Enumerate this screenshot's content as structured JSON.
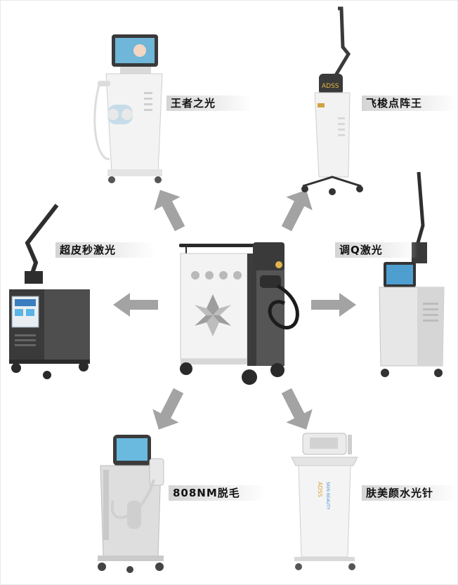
{
  "center": {
    "icon": "central-laser-machine"
  },
  "machines": [
    {
      "id": "wangzhezhiguang",
      "label": "王者之光",
      "icon": "ipl-machine"
    },
    {
      "id": "feisuodianzhenwang",
      "label": "飞梭点阵王",
      "icon": "co2-fractional-laser"
    },
    {
      "id": "chaopimiaojiguang",
      "label": "超皮秒激光",
      "icon": "picosecond-laser"
    },
    {
      "id": "tiaoqjiguang",
      "label": "调Q激光",
      "icon": "q-switched-laser"
    },
    {
      "id": "808nm",
      "label": "808NM脱毛",
      "icon": "diode-hair-removal"
    },
    {
      "id": "fumeiyanshuiguangzhen",
      "label": "肤美颜水光针",
      "icon": "mesotherapy-machine"
    }
  ],
  "device_text": {
    "brand": "ADSS",
    "brand2": "SKIN BEAUTY"
  },
  "colors": {
    "arrow": "#a3a3a3",
    "label_bg": "#d4d4d4",
    "machine_white": "#f4f4f4",
    "machine_dark": "#4a4a4a"
  }
}
